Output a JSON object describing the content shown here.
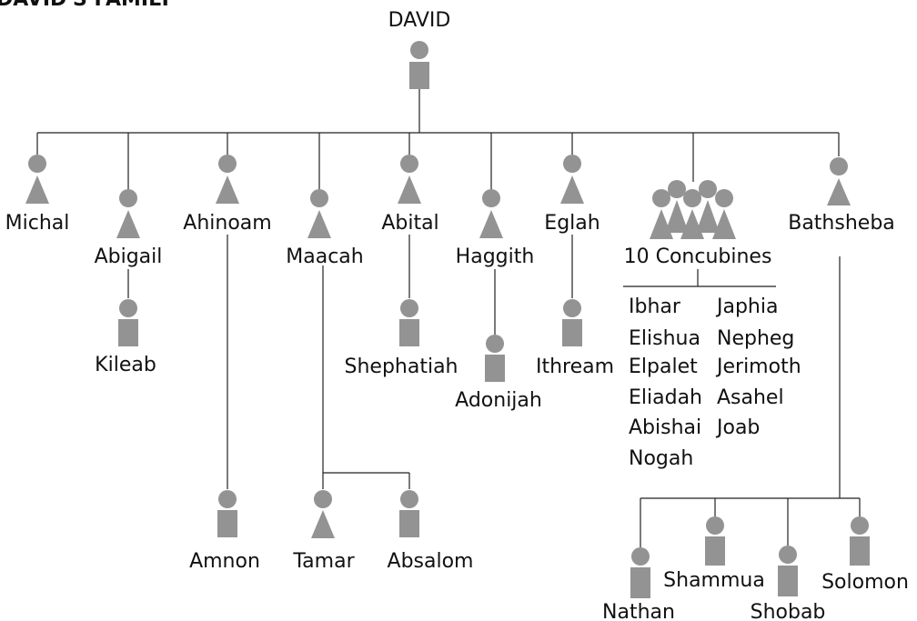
{
  "title": "DAVID'S FAMILY",
  "colors": {
    "figure": "#939393",
    "line": "#222222",
    "text": "#111111"
  },
  "david": "DAVID",
  "wives": [
    "Michal",
    "Abigail",
    "Ahinoam",
    "Maacah",
    "Abital",
    "Haggith",
    "Eglah",
    "10 Concubines",
    "Bathsheba"
  ],
  "children": {
    "abigail": [
      "Kileab"
    ],
    "ahinoam": [
      "Amnon"
    ],
    "maacah": [
      "Tamar",
      "Absalom"
    ],
    "abital": [
      "Shephatiah"
    ],
    "haggith": [
      "Adonijah"
    ],
    "eglah": [
      "Ithream"
    ],
    "concubine_sons": [
      "Ibhar",
      "Elishua",
      "Elpalet",
      "Eliadah",
      "Abishai",
      "Nogah",
      "Japhia",
      "Nepheg",
      "Jerimoth",
      "Asahel",
      "Joab"
    ],
    "bathsheba": [
      "Nathan",
      "Shammua",
      "Shobab",
      "Solomon"
    ]
  }
}
